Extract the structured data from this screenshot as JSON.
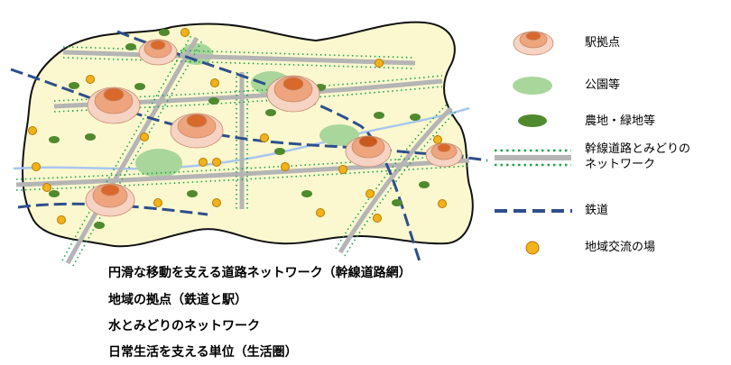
{
  "legend": {
    "station": "駅拠点",
    "park": "公園等",
    "farmland": "農地・緑地等",
    "road_line1": "幹線道路とみどりの",
    "road_line2": "ネットワーク",
    "railway": "鉄道",
    "community": "地域交流の場"
  },
  "captions": [
    "円滑な移動を支える道路ネットワーク（幹線道路網）",
    "地域の拠点（鉄道と駅）",
    "水とみどりのネットワーク",
    "日常生活を支える単位（生活圏）"
  ],
  "colors": {
    "area_fill": "#fbf8cf",
    "area_stroke": "#111111",
    "road": "#b5b5b5",
    "green_dots": "#1ea34a",
    "railway": "#2e4f8c",
    "river": "#a9c6ee",
    "park": "#a9d69a",
    "farmland": "#4f8a2e",
    "community": "#f2b21b",
    "station_outer": "#f6d3c2",
    "station_mid": "#eea57e",
    "station_inner": "#d8692b"
  }
}
